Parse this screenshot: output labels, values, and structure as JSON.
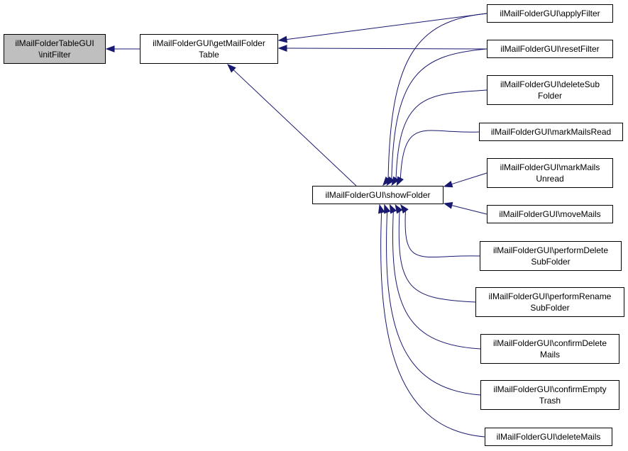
{
  "graph": {
    "edge_color": "#191970",
    "root_fill": "#bfbfbf",
    "nodes": {
      "init_filter": {
        "line1": "ilMailFolderTableGUI",
        "line2": "\\initFilter"
      },
      "get_table": {
        "line1": "ilMailFolderGUI\\getMailFolder",
        "line2": "Table"
      },
      "show_folder": {
        "line1": "ilMailFolderGUI\\showFolder"
      },
      "apply_filter": {
        "line1": "ilMailFolderGUI\\applyFilter"
      },
      "reset_filter": {
        "line1": "ilMailFolderGUI\\resetFilter"
      },
      "delete_sub_folder": {
        "line1": "ilMailFolderGUI\\deleteSub",
        "line2": "Folder"
      },
      "mark_read": {
        "line1": "ilMailFolderGUI\\markMailsRead"
      },
      "mark_unread": {
        "line1": "ilMailFolderGUI\\markMails",
        "line2": "Unread"
      },
      "move_mails": {
        "line1": "ilMailFolderGUI\\moveMails"
      },
      "perform_delete": {
        "line1": "ilMailFolderGUI\\performDelete",
        "line2": "SubFolder"
      },
      "perform_rename": {
        "line1": "ilMailFolderGUI\\performRename",
        "line2": "SubFolder"
      },
      "confirm_delete_mails": {
        "line1": "ilMailFolderGUI\\confirmDelete",
        "line2": "Mails"
      },
      "confirm_empty_trash": {
        "line1": "ilMailFolderGUI\\confirmEmpty",
        "line2": "Trash"
      },
      "delete_mails": {
        "line1": "ilMailFolderGUI\\deleteMails"
      }
    },
    "edges": [
      {
        "from": "init_filter",
        "to": "get_table"
      },
      {
        "from": "get_table",
        "to": "apply_filter"
      },
      {
        "from": "get_table",
        "to": "reset_filter"
      },
      {
        "from": "get_table",
        "to": "show_folder"
      },
      {
        "from": "show_folder",
        "to": "apply_filter"
      },
      {
        "from": "show_folder",
        "to": "reset_filter"
      },
      {
        "from": "show_folder",
        "to": "delete_sub_folder"
      },
      {
        "from": "show_folder",
        "to": "mark_read"
      },
      {
        "from": "show_folder",
        "to": "mark_unread"
      },
      {
        "from": "show_folder",
        "to": "move_mails"
      },
      {
        "from": "show_folder",
        "to": "perform_delete"
      },
      {
        "from": "show_folder",
        "to": "perform_rename"
      },
      {
        "from": "show_folder",
        "to": "confirm_delete_mails"
      },
      {
        "from": "show_folder",
        "to": "confirm_empty_trash"
      },
      {
        "from": "show_folder",
        "to": "delete_mails"
      }
    ]
  }
}
